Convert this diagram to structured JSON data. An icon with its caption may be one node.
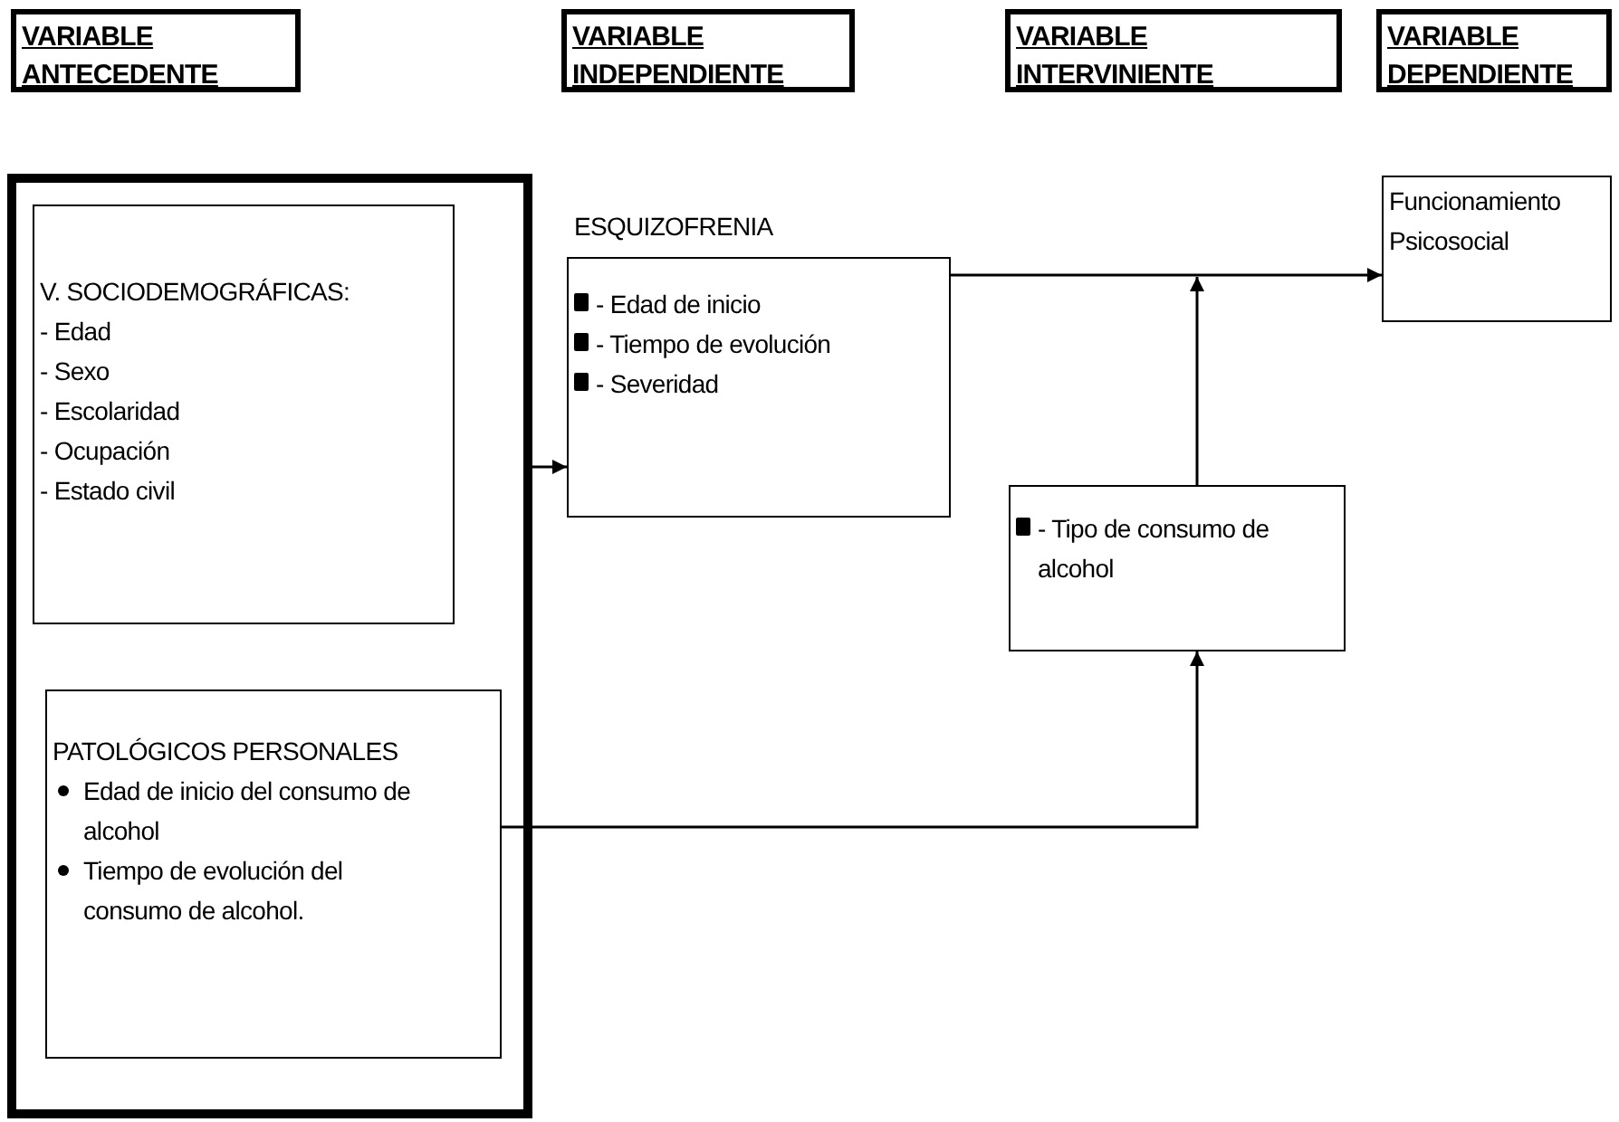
{
  "diagram": {
    "nodes": [
      {
        "text": [
          "VARIABLE ANTECEDENTE"
        ]
      },
      {
        "text": [
          "VARIABLE INDEPENDIENTE"
        ]
      },
      {
        "text": [
          "VARIABLE INTERVINIENTE"
        ]
      },
      {
        "text": [
          "VARIABLE DEPENDIENTE"
        ]
      },
      {
        "text": [],
        "shape": "box"
      },
      {
        "text": [
          "V. SOCIODEMOGRÁFICAS:",
          "- Edad",
          "- Sexo",
          "- Escolaridad",
          "- Ocupación",
          "- Estado civil"
        ],
        "in": 4
      },
      {
        "text": [
          "PATOLÓGICOS PERSONALES",
          "Edad de inicio del consumo de alcohol",
          "Tiempo de evolución del consumo de alcohol."
        ],
        "in": 4
      },
      {
        "text": [
          "ESQUIZOFRENIA",
          "- Edad de inicio",
          "- Tiempo de evolución",
          "- Severidad"
        ]
      },
      {
        "text": [
          "- Tipo de consumo de alcohol"
        ]
      },
      {
        "text": [
          "Funcionamiento Psicosocial"
        ]
      }
    ],
    "edges": [
      {
        "from": 4,
        "to": 7,
        "arrow": "to"
      },
      {
        "from": 7,
        "to": 9,
        "arrow": "to"
      },
      {
        "from": 8,
        "to": null,
        "arrow": "to"
      },
      {
        "from": 6,
        "to": 8,
        "arrow": "to"
      }
    ]
  }
}
